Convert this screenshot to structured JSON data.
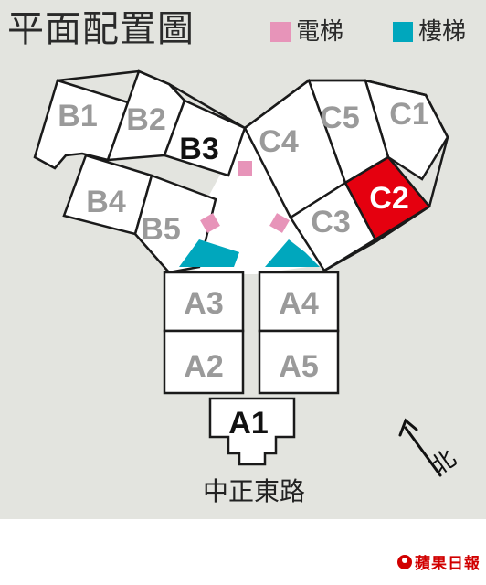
{
  "title": "平面配置圖",
  "legend": {
    "elevator": {
      "label": "電梯",
      "color": "#e794b9"
    },
    "stairs": {
      "label": "樓梯",
      "color": "#00a7bd"
    }
  },
  "units": {
    "B1": "B1",
    "B2": "B2",
    "B3": "B3",
    "B4": "B4",
    "B5": "B5",
    "C1": "C1",
    "C2": "C2",
    "C3": "C3",
    "C4": "C4",
    "C5": "C5",
    "A1": "A1",
    "A2": "A2",
    "A3": "A3",
    "A4": "A4",
    "A5": "A5"
  },
  "highlight": {
    "unit": "C2",
    "color": "#e5000f"
  },
  "road": "中正東路",
  "compass": {
    "label": "北",
    "icon": "north-arrow-icon"
  },
  "brand": {
    "name": "蘋果日報",
    "icon": "apple-logo-icon"
  }
}
